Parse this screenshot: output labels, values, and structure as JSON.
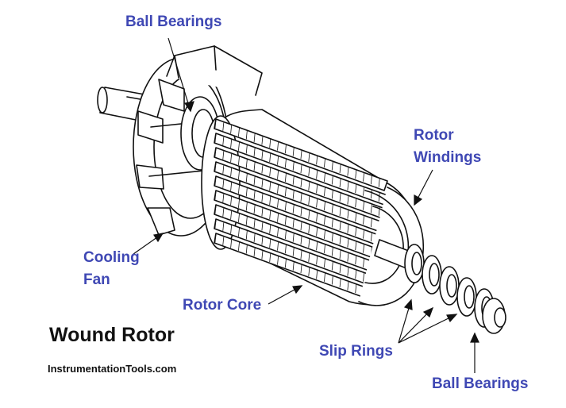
{
  "title": "Wound Rotor",
  "credit": "InstrumentationTools.com",
  "colors": {
    "label": "#3f48b4",
    "line": "#111111",
    "background": "#ffffff"
  },
  "labels": {
    "ball_bearings_top": "Ball Bearings",
    "rotor_windings_line1": "Rotor",
    "rotor_windings_line2": "Windings",
    "cooling_fan_line1": "Cooling",
    "cooling_fan_line2": "Fan",
    "rotor_core": "Rotor Core",
    "slip_rings": "Slip Rings",
    "ball_bearings_bottom": "Ball Bearings"
  }
}
